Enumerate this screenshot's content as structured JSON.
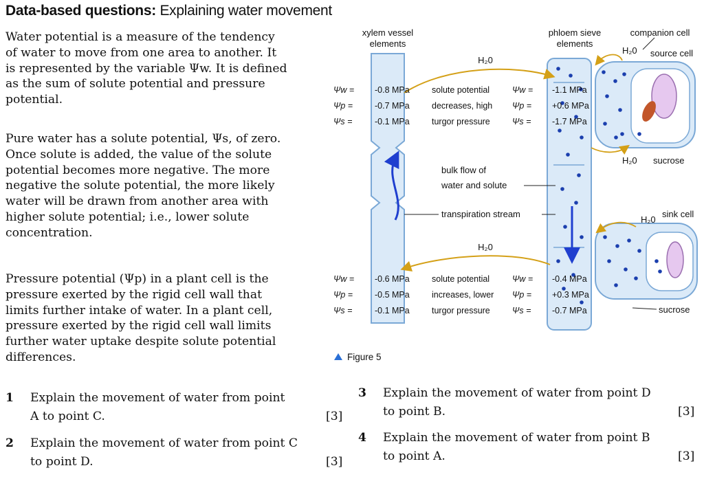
{
  "title": {
    "bold": "Data-based questions:",
    "rest": "Explaining water movement"
  },
  "paragraphs": {
    "p1": [
      "Water potential is a measure of the tendency",
      "of water to move from one area to another. It",
      "is represented by the variable Ψw. It is defined",
      "as the sum of solute potential and pressure",
      "potential."
    ],
    "p2": [
      "Pure water has a solute potential, Ψs, of zero.",
      "Once solute is added, the value of the solute",
      "potential becomes more negative. The more",
      "negative the solute potential, the more likely",
      "water will be drawn from another area with",
      "higher solute potential; i.e., lower solute",
      "concentration."
    ],
    "p3": [
      "Pressure potential (Ψp) in a plant cell is the",
      "pressure exerted by the rigid cell wall that",
      "limits further intake of water. In a plant cell,",
      "pressure exerted by the rigid cell wall limits",
      "further water uptake despite solute potential",
      "differences."
    ]
  },
  "questions": [
    {
      "num": "1",
      "line1": "Explain the movement of water from point",
      "line2": "A to point C.",
      "marks": "[3]"
    },
    {
      "num": "2",
      "line1": "Explain the movement of water from point C",
      "line2": "to point D.",
      "marks": "[3]"
    },
    {
      "num": "3",
      "line1": "Explain the movement of water from point D",
      "line2": "to point B.",
      "marks": "[3]"
    },
    {
      "num": "4",
      "line1": "Explain the movement of water from point B",
      "line2": "to point A.",
      "marks": "[3]"
    }
  ],
  "diagram": {
    "xylem_label": [
      "xylem vessel",
      "elements"
    ],
    "phloem_label": [
      "phloem sieve",
      "elements"
    ],
    "companion_label": "companion cell",
    "source_cell_label": "source cell",
    "sink_cell_label": "sink cell",
    "h2o": "H₂0",
    "sucrose": "sucrose",
    "bulk_flow": [
      "bulk flow of",
      "water and solute"
    ],
    "transpiration": "transpiration stream",
    "top_xylem": {
      "w": "-0.8 MPa",
      "p": "-0.7 MPa",
      "s": "-0.1 MPa"
    },
    "top_phloem": {
      "w": "-1.1 MPa",
      "p": "+0.6 MPa",
      "s": "-1.7 MPa"
    },
    "bottom_xylem": {
      "w": "-0.6 MPa",
      "p": "-0.5 MPa",
      "s": "-0.1 MPa"
    },
    "bottom_phloem": {
      "w": "-0.4 MPa",
      "p": "+0.3 MPa",
      "s": "-0.7 MPa"
    },
    "top_mid": [
      "solute potential",
      "decreases, high",
      "turgor pressure"
    ],
    "bottom_mid": [
      "solute potential",
      "increases, lower",
      "turgor pressure"
    ],
    "psi_w": "Ψw =",
    "psi_p": "Ψp =",
    "psi_s": "Ψs =",
    "figure_caption": "Figure 5",
    "colors": {
      "vessel_fill": "#dbeaf8",
      "vessel_stroke": "#7aa8d6",
      "arrow_blue": "#1f3fcf",
      "arrow_gold": "#d4a017",
      "dot": "#1b3fae",
      "vacuole": "#e6c8ef",
      "nucleus": "#c2562a"
    }
  }
}
